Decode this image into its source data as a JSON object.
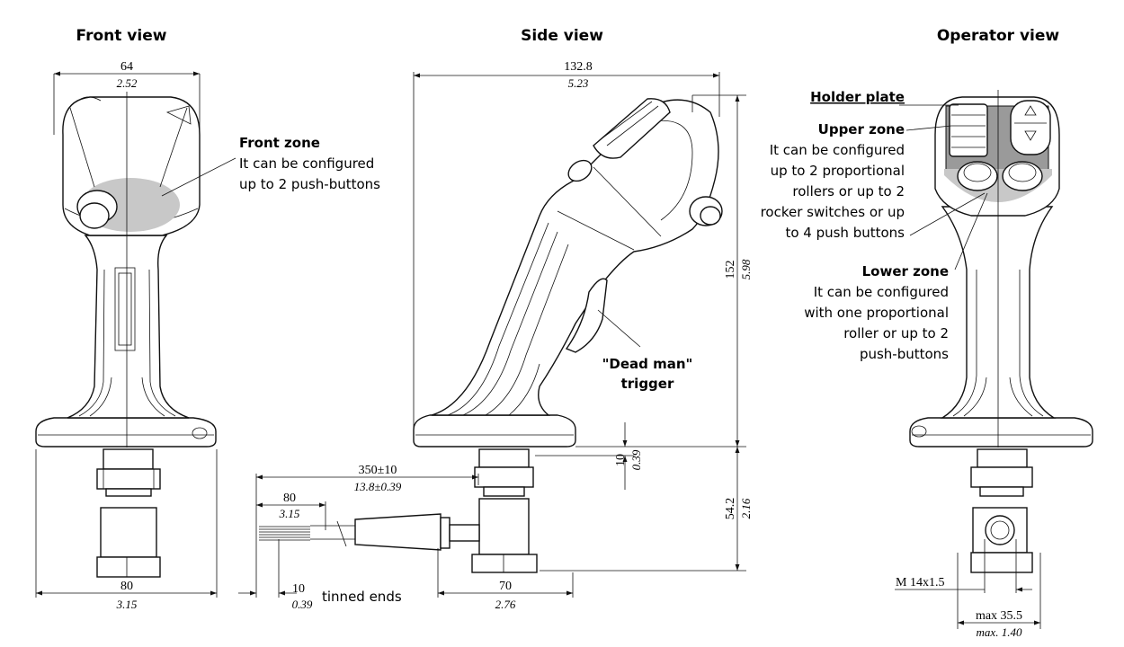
{
  "views": {
    "front": {
      "title": "Front view"
    },
    "side": {
      "title": "Side view"
    },
    "operator": {
      "title": "Operator view"
    }
  },
  "callouts": {
    "front_zone": {
      "title": "Front zone",
      "lines": [
        "It can be configured",
        "up to 2 push-buttons"
      ]
    },
    "holder_plate": {
      "title": "Holder plate"
    },
    "upper_zone": {
      "title": "Upper zone",
      "lines": [
        "It can be configured",
        "up to 2 proportional",
        "rollers or up to 2",
        "rocker switches or up",
        "to 4 push buttons"
      ]
    },
    "lower_zone": {
      "title": "Lower zone",
      "lines": [
        "It can be configured",
        "with one proportional",
        "roller or up to 2",
        "push-buttons"
      ]
    },
    "dead_man": {
      "lines": [
        "\"Dead man\"",
        "trigger"
      ]
    },
    "tinned_ends": "tinned ends"
  },
  "dimensions": {
    "front_width": {
      "mm": "64",
      "inch": "2.52"
    },
    "front_base": {
      "mm": "80",
      "inch": "3.15"
    },
    "side_length": {
      "mm": "132.8",
      "inch": "5.23"
    },
    "side_height": {
      "mm": "152",
      "inch": "5.98"
    },
    "flange": {
      "mm": "10",
      "inch": "0.39"
    },
    "fitting_height": {
      "mm": "54.2",
      "inch": "2.16"
    },
    "cable": {
      "mm": "350±10",
      "inch": "13.8±0.39"
    },
    "strip": {
      "mm": "80",
      "inch": "3.15"
    },
    "tinned": {
      "mm": "10",
      "inch": "0.39"
    },
    "connector": {
      "mm": "70",
      "inch": "2.76"
    },
    "thread": {
      "mm": "M 14x1.5"
    },
    "max_width": {
      "mm": "max 35.5",
      "inch": "max. 1.40"
    }
  }
}
